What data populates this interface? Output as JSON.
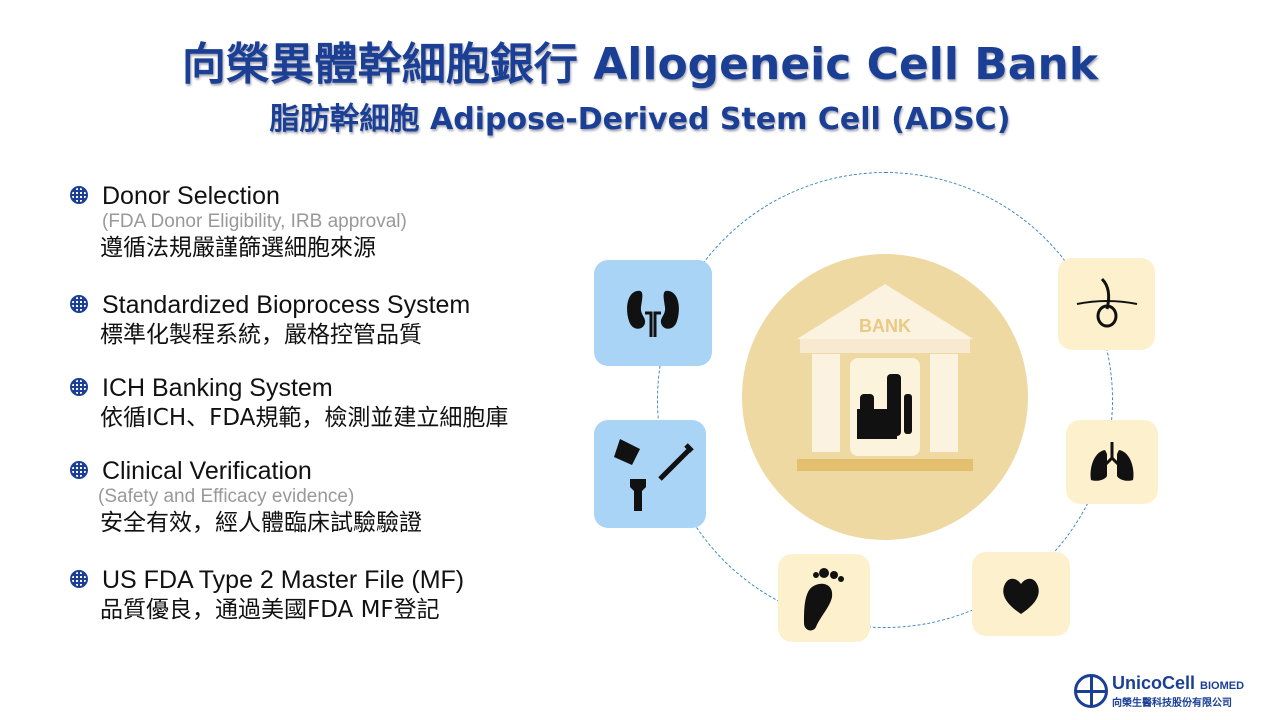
{
  "header": {
    "title": "向榮異體幹細胞銀行 Allogeneic Cell Bank",
    "subtitle": "脂肪幹細胞  Adipose-Derived Stem Cell (ADSC)"
  },
  "items": [
    {
      "heading": "Donor Selection",
      "note": "(FDA Donor Eligibility, IRB approval)",
      "zh": "遵循法規嚴謹篩選細胞來源"
    },
    {
      "heading": "Standardized Bioprocess System",
      "zh": "標準化製程系統，嚴格控管品質"
    },
    {
      "heading": "ICH Banking System",
      "zh": "依循ICH、FDA規範，檢測並建立細胞庫"
    },
    {
      "heading": "Clinical Verification",
      "note": "(Safety and Efficacy evidence)",
      "zh": "安全有效，經人體臨床試驗驗證"
    },
    {
      "heading": "US FDA Type 2 Master File (MF)",
      "zh": "品質優良，通過美國FDA MF登記"
    }
  ],
  "diagram": {
    "bank_label": "BANK",
    "icons": [
      "kidney-icon",
      "joint-injection-icon",
      "hair-follicle-icon",
      "lungs-icon",
      "heart-icon",
      "foot-icon"
    ]
  },
  "logo": {
    "name": "UnicoCell",
    "suffix": "BIOMED",
    "zh": "向榮生醫科技股份有限公司"
  },
  "colors": {
    "title": "#1a3f94",
    "blue_box": "#a9d4f5",
    "cream_box": "#fdf0cc",
    "bank": "#efd9a3"
  }
}
